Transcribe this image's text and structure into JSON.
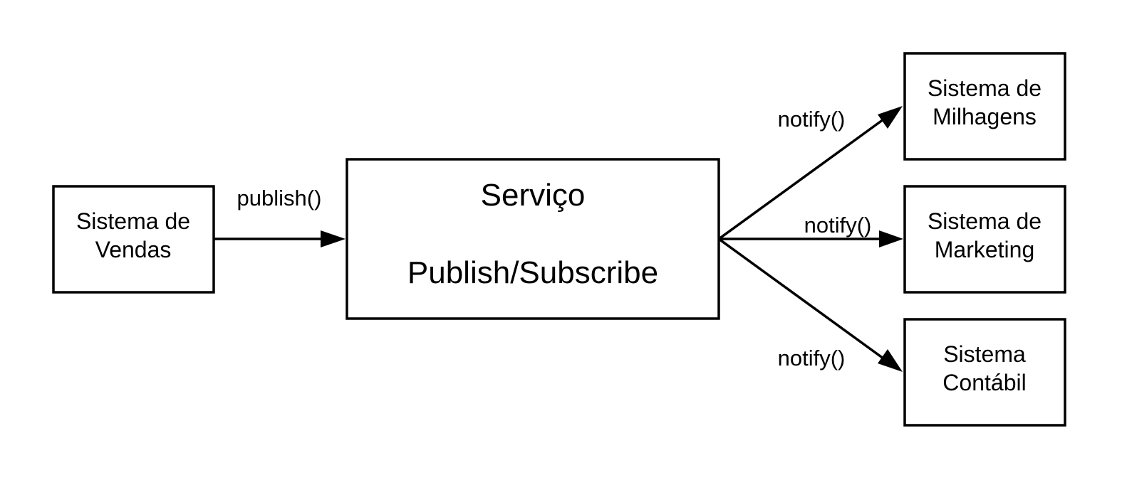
{
  "nodes": {
    "vendas": {
      "line1": "Sistema de",
      "line2": "Vendas"
    },
    "servico": {
      "line1": "Serviço",
      "line2": "Publish/Subscribe"
    },
    "milhagens": {
      "line1": "Sistema de",
      "line2": "Milhagens"
    },
    "marketing": {
      "line1": "Sistema de",
      "line2": "Marketing"
    },
    "contabil": {
      "line1": "Sistema",
      "line2": "Contábil"
    }
  },
  "edges": {
    "publish": {
      "label": "publish()"
    },
    "notify_milhagens": {
      "label": "notify()"
    },
    "notify_marketing": {
      "label": "notify()"
    },
    "notify_contabil": {
      "label": "notify()"
    }
  },
  "colors": {
    "stroke": "#000000",
    "background": "#ffffff"
  }
}
